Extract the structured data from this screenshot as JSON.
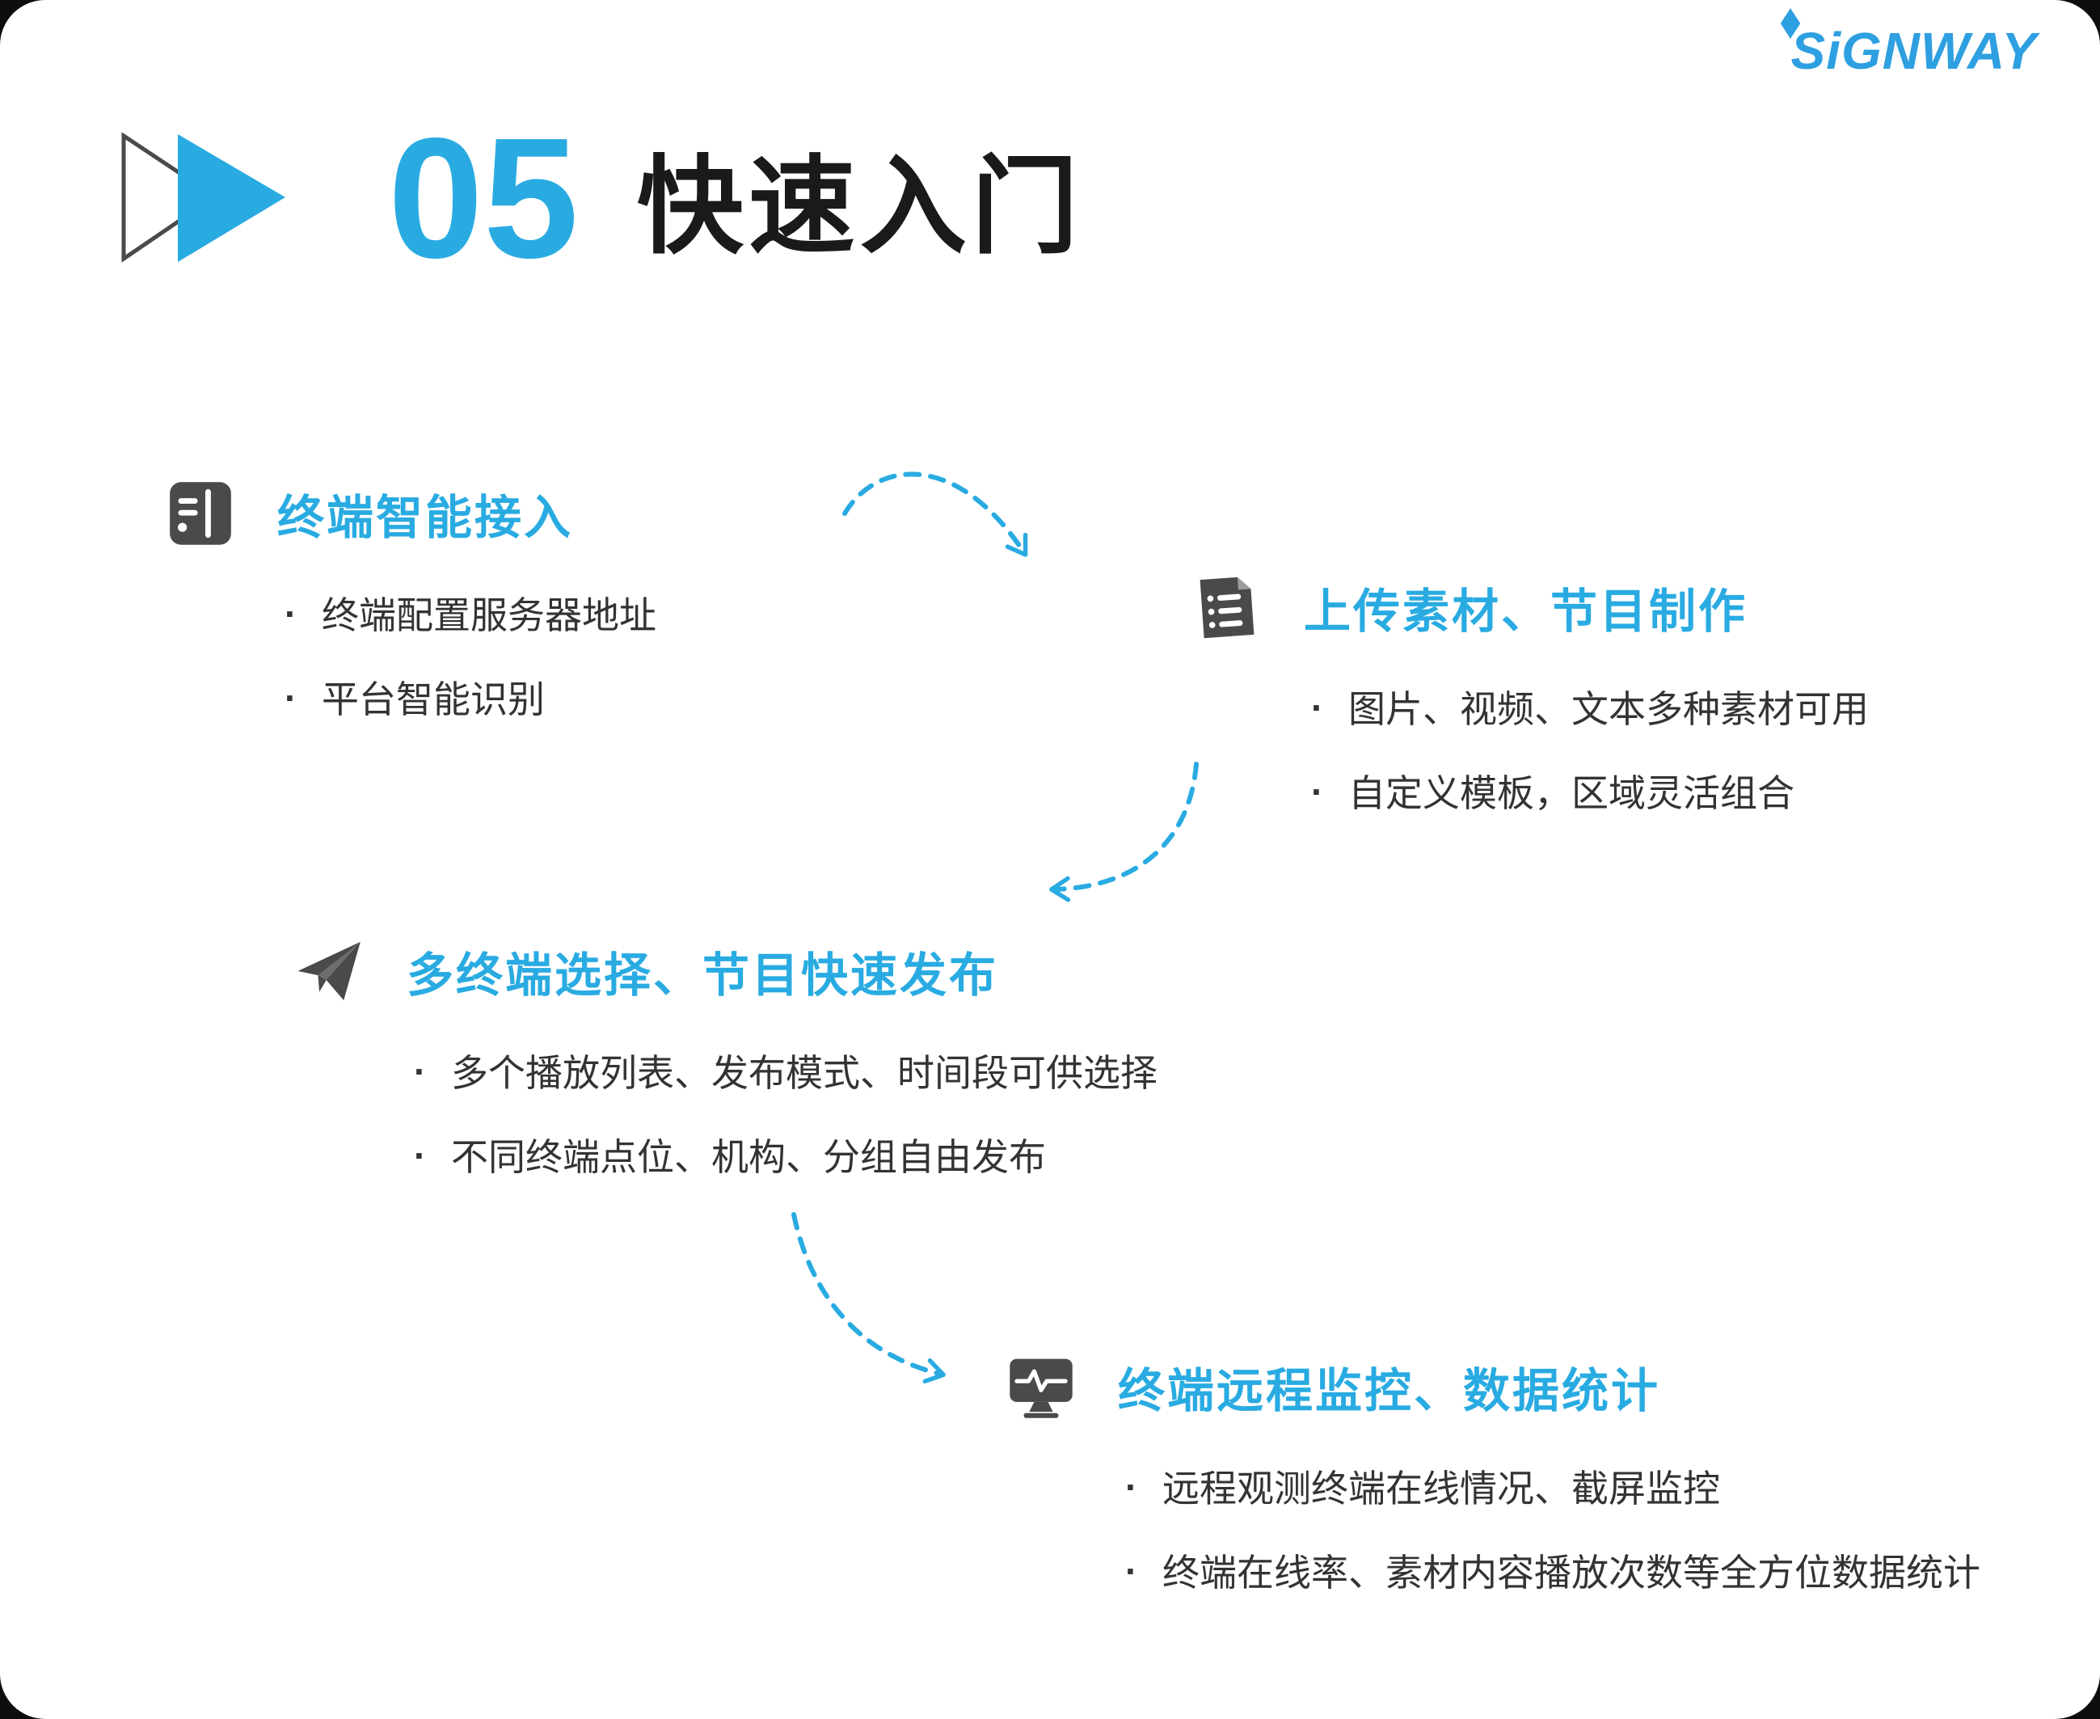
{
  "header": {
    "logo_text": "SiGNWAY",
    "section_number": "05",
    "title": "快速入门"
  },
  "steps": [
    {
      "icon": "terminal-device-icon",
      "heading": "终端智能接入",
      "bullets": [
        "终端配置服务器地址",
        "平台智能识别"
      ]
    },
    {
      "icon": "material-document-icon",
      "heading": "上传素材、节目制作",
      "bullets": [
        "图片、视频、文本多种素材可用",
        "自定义模板，区域灵活组合"
      ]
    },
    {
      "icon": "paper-plane-icon",
      "heading": "多终端选择、节目快速发布",
      "bullets": [
        "多个播放列表、发布模式、时间段可供选择",
        "不同终端点位、机构、分组自由发布"
      ]
    },
    {
      "icon": "monitor-pulse-icon",
      "heading": "终端远程监控、数据统计",
      "bullets": [
        "远程观测终端在线情况、截屏监控",
        "终端在线率、素材内容播放次数等全方位数据统计"
      ]
    }
  ],
  "colors": {
    "accent": "#29abe2",
    "logo_blue": "#2e9fe0",
    "icon_gray": "#4a4a4a",
    "body_text": "#333333",
    "title_text": "#1a1a1a"
  }
}
